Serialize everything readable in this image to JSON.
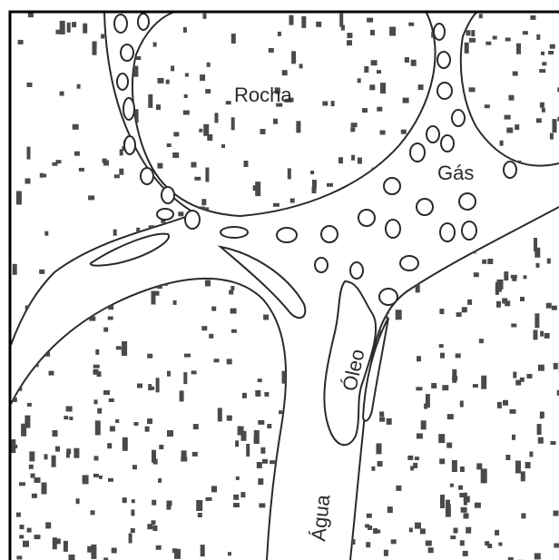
{
  "labels": {
    "rock": "Rocha",
    "gas": "Gás",
    "oil": "Óleo",
    "water": "Água"
  },
  "colors": {
    "ink": "#2a2a2a",
    "grain": "#4a4a4a",
    "pore": "#ffffff",
    "frame": "#000000"
  }
}
